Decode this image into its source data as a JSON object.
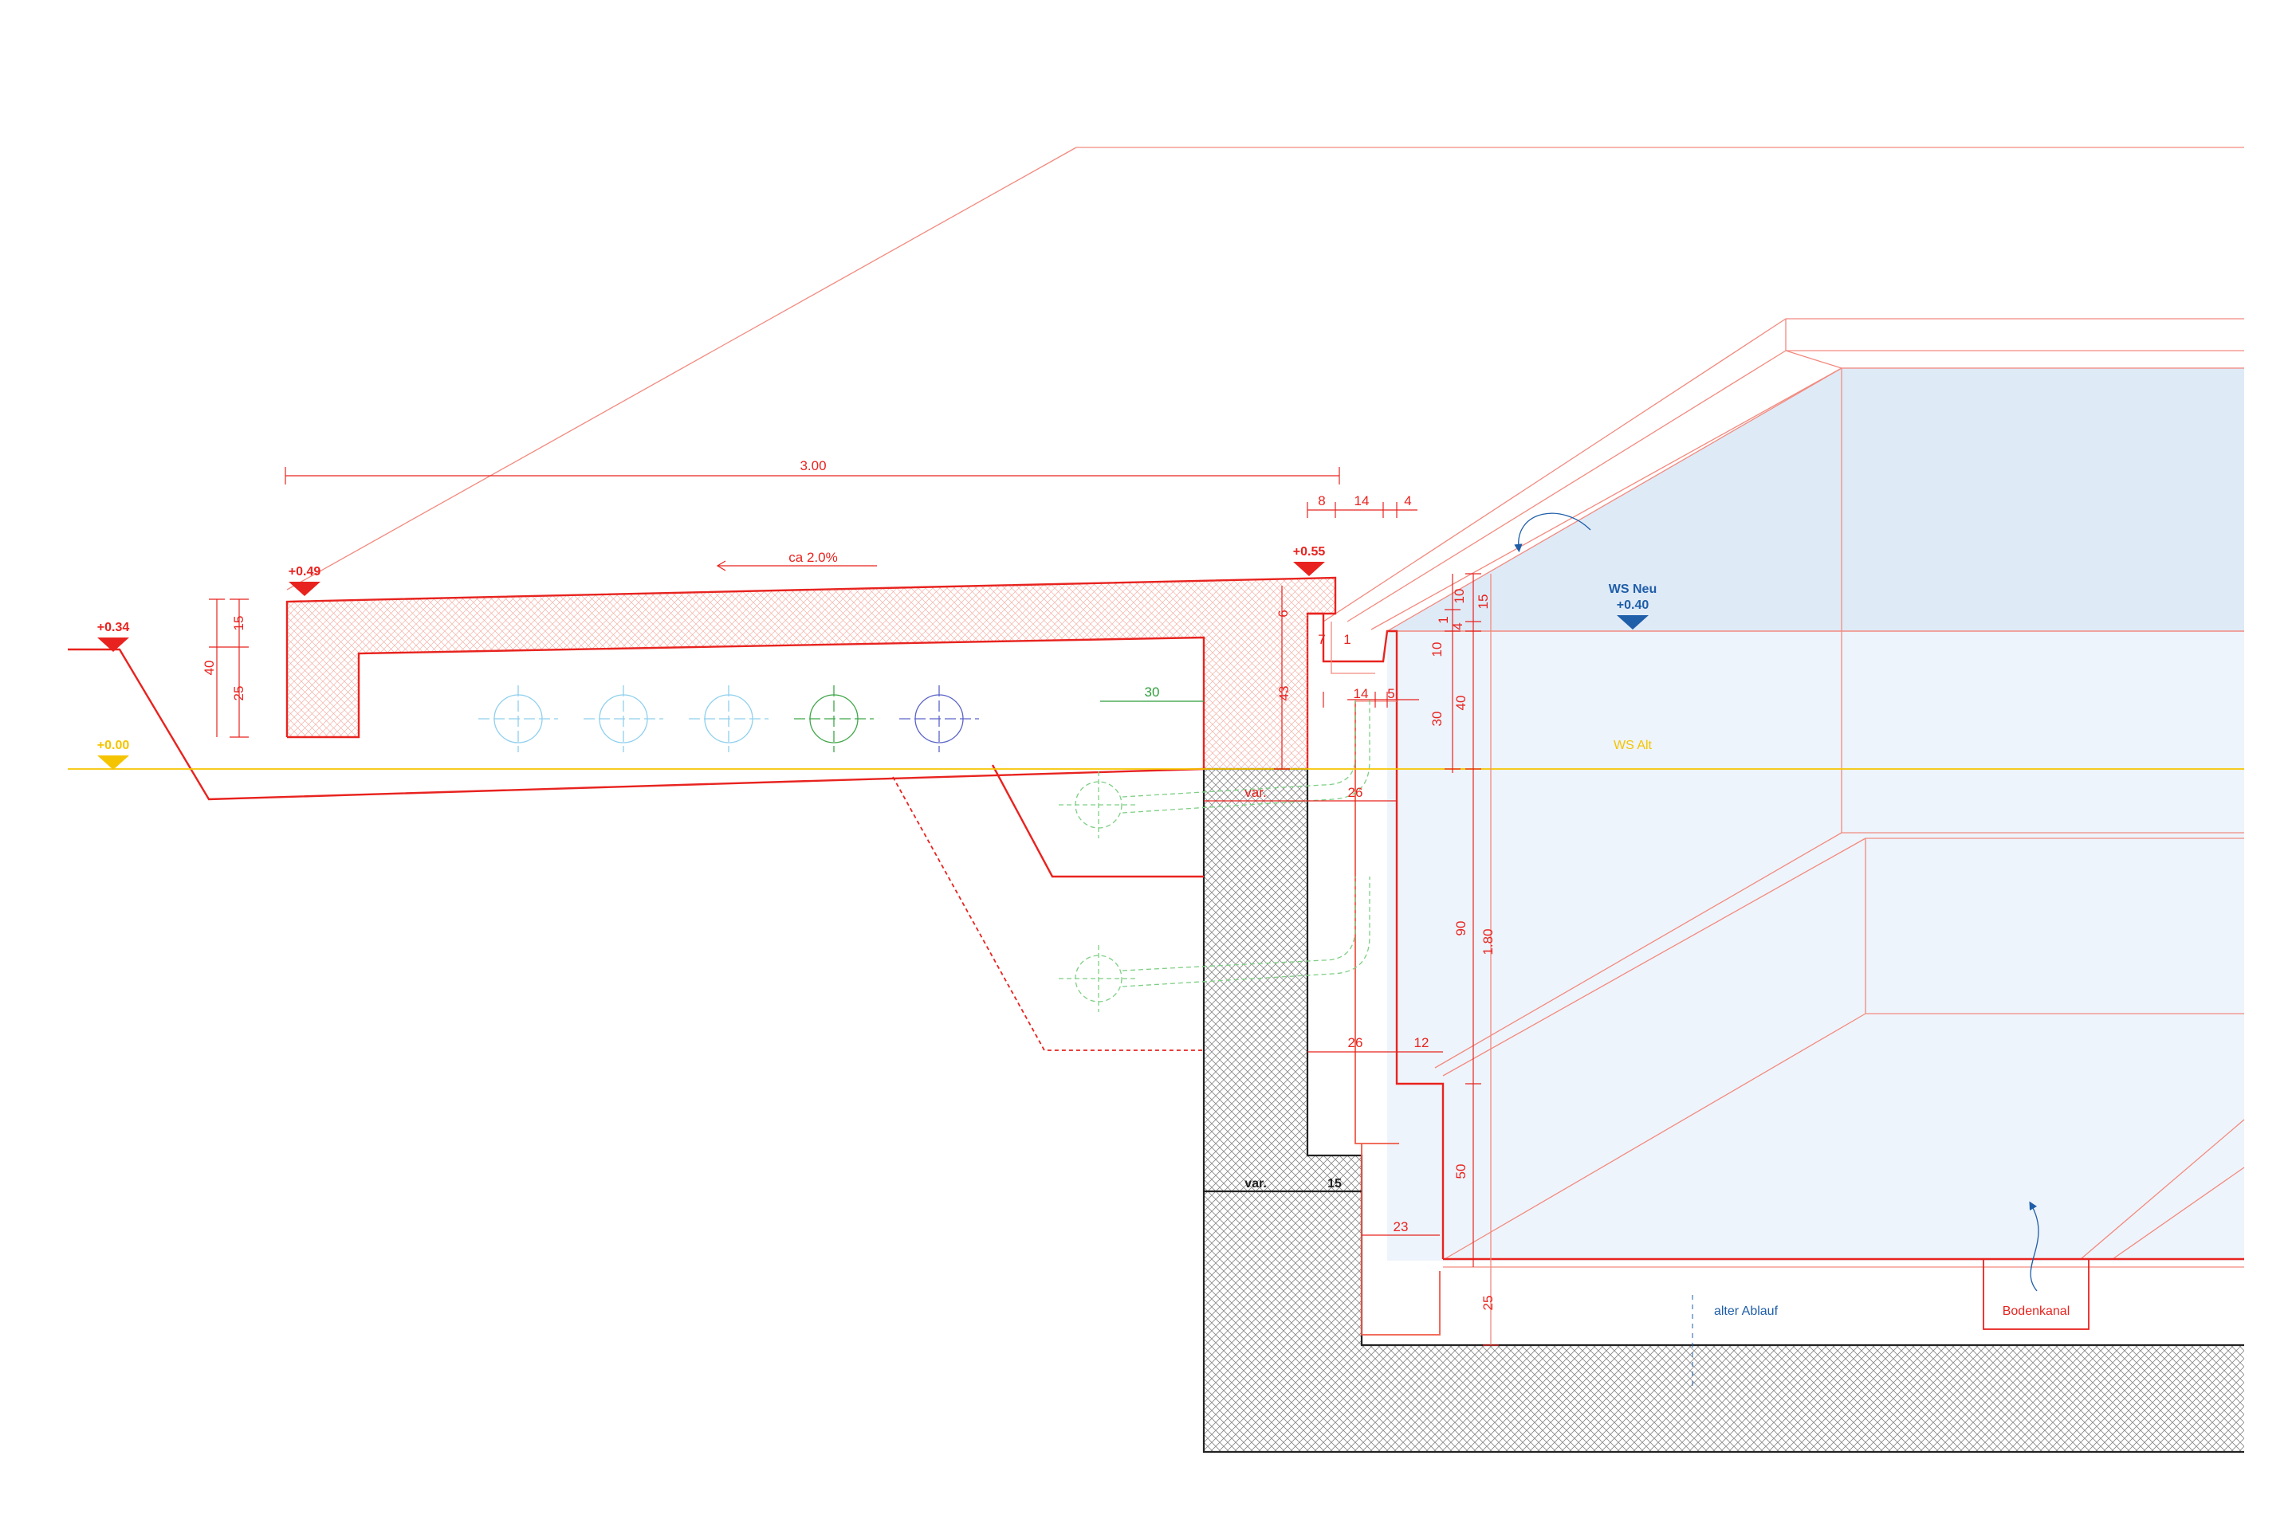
{
  "colors": {
    "primary_red": "#e8231f",
    "light_red": "#f28a7f",
    "water_blue": "#1f5ea8",
    "water_fill_top": "#dbe8f6",
    "water_fill_body": "#eef4fb",
    "yellow_line": "#f5c400",
    "green": "#2e9e3a",
    "concrete_black": "#222222"
  },
  "levels": {
    "l034": "+0.34",
    "l000": "+0.00",
    "l049": "+0.49",
    "l055": "+0.55",
    "ws_neu_label": "WS Neu",
    "ws_neu_value": "+0.40",
    "ws_alt": "WS Alt"
  },
  "dimensions": {
    "d300": "3.00",
    "slope": "ca 2.0%",
    "d8": "8",
    "d14a": "14",
    "d4": "4",
    "d6": "6",
    "d7": "7",
    "d1a": "1",
    "d1b": "1",
    "d14b": "14",
    "d5": "5",
    "d30g": "30",
    "d15a": "15",
    "d25a": "25",
    "d40a": "40",
    "d43": "43",
    "d10a": "10",
    "d15b": "15",
    "d4b": "4",
    "d10b": "10",
    "d30b": "30",
    "d40b": "40",
    "d90": "90",
    "d180": "1.80",
    "d50": "50",
    "d25b": "25",
    "var1": "var.",
    "d26a": "26",
    "d26b": "26",
    "d12": "12",
    "var2": "var.",
    "d15c": "15",
    "d23": "23"
  },
  "labels": {
    "alter_ablauf": "alter Ablauf",
    "bodenkanal": "Bodenkanal"
  }
}
